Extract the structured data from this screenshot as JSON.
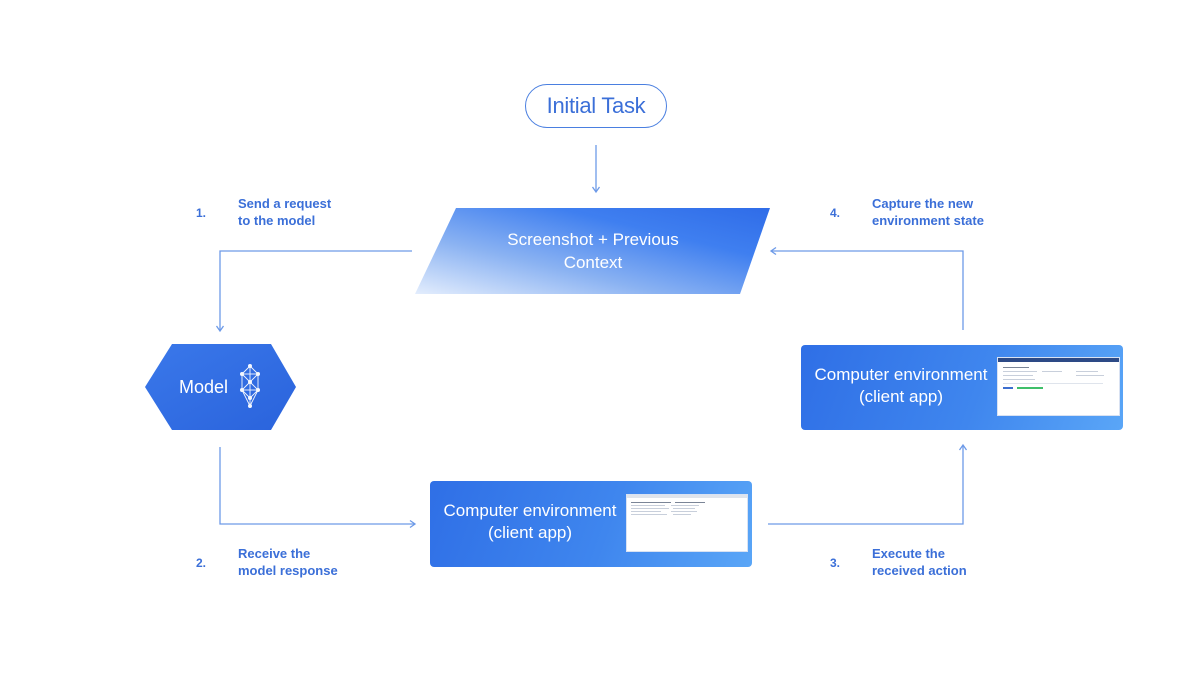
{
  "diagram": {
    "initial_task": "Initial Task",
    "context_box": {
      "line1": "Screenshot + Previous",
      "line2": "Context"
    },
    "model": {
      "label": "Model",
      "icon": "neural-network-icon"
    },
    "env_bottom": {
      "line1": "Computer environment",
      "line2": "(client app)"
    },
    "env_right": {
      "line1": "Computer environment",
      "line2": "(client app)"
    },
    "steps": [
      {
        "number": "1.",
        "line1": "Send a request",
        "line2": "to the model"
      },
      {
        "number": "2.",
        "line1": "Receive the",
        "line2": "model response"
      },
      {
        "number": "3.",
        "line1": "Execute the",
        "line2": "received action"
      },
      {
        "number": "4.",
        "line1": "Capture the new",
        "line2": "environment state"
      }
    ],
    "colors": {
      "accent": "#3b6fd8",
      "shape_blue": "#2f6fe6",
      "shape_light": "#dbe8fd",
      "wire": "#6d9ae8"
    }
  }
}
